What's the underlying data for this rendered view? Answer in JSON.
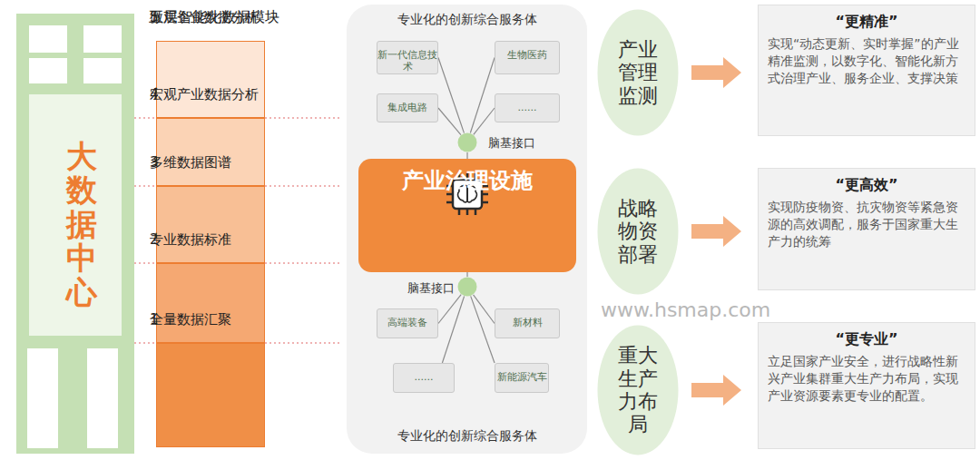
{
  "diagram": {
    "nodes": [
      {
        "text": [
          "大数据中心"
        ]
      },
      {
        "text": [
          "五层智能化数据模块"
        ]
      },
      {
        "text": [
          "5",
          "微观企业数据分析"
        ],
        "in": 1
      },
      {
        "text": [
          "4",
          "宏观产业数据分析"
        ],
        "in": 1
      },
      {
        "text": [
          "3",
          "多维数据图谱"
        ],
        "in": 1
      },
      {
        "text": [
          "2",
          "专业数据标准"
        ],
        "in": 1
      },
      {
        "text": [
          "1",
          "全量数据汇聚"
        ],
        "in": 1
      },
      {
        "text": [
          "专业化的创新综合服务体",
          "专业化的创新综合服务体"
        ]
      },
      {
        "text": [
          "新一代信息技术"
        ],
        "in": 7
      },
      {
        "text": [
          "生物医药"
        ],
        "in": 7
      },
      {
        "text": [
          "集成电路"
        ],
        "in": 7
      },
      {
        "text": [
          "......"
        ],
        "in": 7
      },
      {
        "text": [
          "脑基接口"
        ],
        "in": 7
      },
      {
        "text": [
          "产业治理设施"
        ],
        "in": 7
      },
      {
        "text": [
          "脑基接口"
        ],
        "in": 7
      },
      {
        "text": [
          "高端装备"
        ],
        "in": 7
      },
      {
        "text": [
          "新材料"
        ],
        "in": 7
      },
      {
        "text": [
          "......"
        ],
        "in": 7
      },
      {
        "text": [
          "新能源汽车"
        ],
        "in": 7
      },
      {
        "text": [
          "产业管理监测"
        ]
      },
      {
        "text": [
          "“更精准”",
          "实现“动态更新、实时掌握”的产业精准监测，以数字化、智能化新方式治理产业、服务企业、支撑决策"
        ]
      },
      {
        "text": [
          "战略物资部署"
        ]
      },
      {
        "text": [
          "“更高效”",
          "实现防疫物资、抗灾物资等紧急资源的高效调配，服务于国家重大生产力的统筹"
        ]
      },
      {
        "text": [
          "重大生产力布局"
        ]
      },
      {
        "text": [
          "“更专业”",
          "立足国家产业安全，进行战略性新兴产业集群重大生产力布局，实现产业资源要素更专业的配置。"
        ]
      }
    ],
    "edges": [
      {
        "from": 8,
        "to": 12,
        "arrow": "none"
      },
      {
        "from": 9,
        "to": 12,
        "arrow": "none"
      },
      {
        "from": 10,
        "to": 12,
        "arrow": "none"
      },
      {
        "from": 11,
        "to": 12,
        "arrow": "none"
      },
      {
        "from": 12,
        "to": 13,
        "arrow": "none"
      },
      {
        "from": 13,
        "to": 14,
        "arrow": "none"
      },
      {
        "from": 14,
        "to": 15,
        "arrow": "none"
      },
      {
        "from": 14,
        "to": 16,
        "arrow": "none"
      },
      {
        "from": 14,
        "to": 17,
        "arrow": "none"
      },
      {
        "from": 14,
        "to": 18,
        "arrow": "none"
      },
      {
        "from": 19,
        "to": 20,
        "arrow": "to"
      },
      {
        "from": 21,
        "to": 22,
        "arrow": "to"
      },
      {
        "from": 23,
        "to": 24,
        "arrow": "to"
      }
    ],
    "labels": [
      "www.hsmap.com"
    ]
  }
}
